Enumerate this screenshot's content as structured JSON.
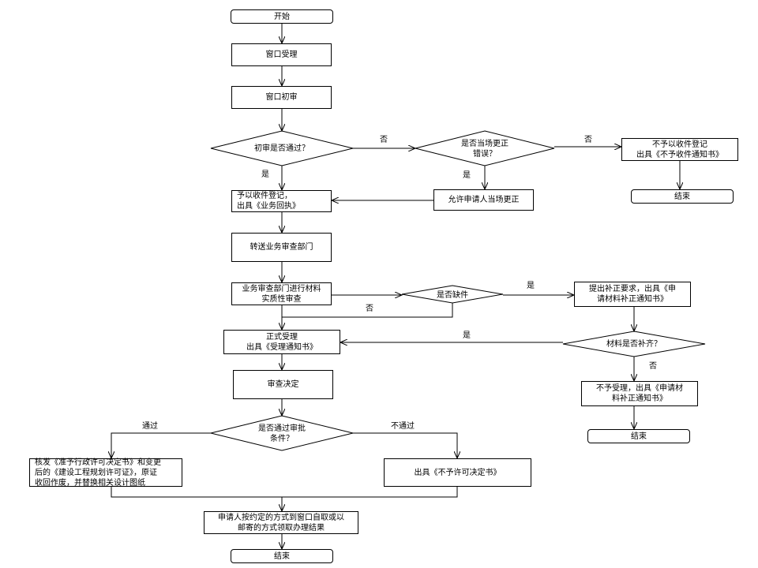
{
  "nodes": {
    "start": "开始",
    "window_accept": "窗口受理",
    "window_initial_review": "窗口初审",
    "q_initial_pass": "初审是否通过？",
    "q_correct_onsite": "是否当场更正\n错误？",
    "not_accept_register": "不予以收件登记\n出具《不予收件通知书》",
    "end_1": "结束",
    "accept_register": "予以收件登记，\n出具《业务回执》",
    "allow_correction": "允许申请人当场更正",
    "transfer_dept": "转送业务审查部门",
    "material_review": "业务审查部门进行材料\n实质性审查",
    "q_conditions": "是否缺件",
    "request_supplement": "提出补正要求，出具《申\n请材料补正通知书》",
    "formal_accept": "正式受理\n出具《受理通知书》",
    "q_supplemented": "材料是否补齐？",
    "not_accept": "不予受理，出具《申请材\n料补正通知书》",
    "end_2": "结束",
    "review_decision": "审查决定",
    "q_approval": "是否通过审批\n条件？",
    "issue_permit": "核发《准予行政许可决定书》和变更\n后的《建设工程规划许可证》，原证\n收回作废，并替换相关设计图纸",
    "issue_denial": "出具《不予许可决定书》",
    "collect_result": "申请人按约定的方式到窗口自取或以\n邮寄的方式领取办理结果",
    "end_3": "结束"
  },
  "edge_labels": {
    "no_1": "否",
    "no_2": "否",
    "yes_1": "是",
    "yes_2": "是",
    "yes_3": "是",
    "no_3": "否",
    "yes_4": "是",
    "no_4": "否",
    "pass": "通过",
    "not_pass": "不通过"
  }
}
